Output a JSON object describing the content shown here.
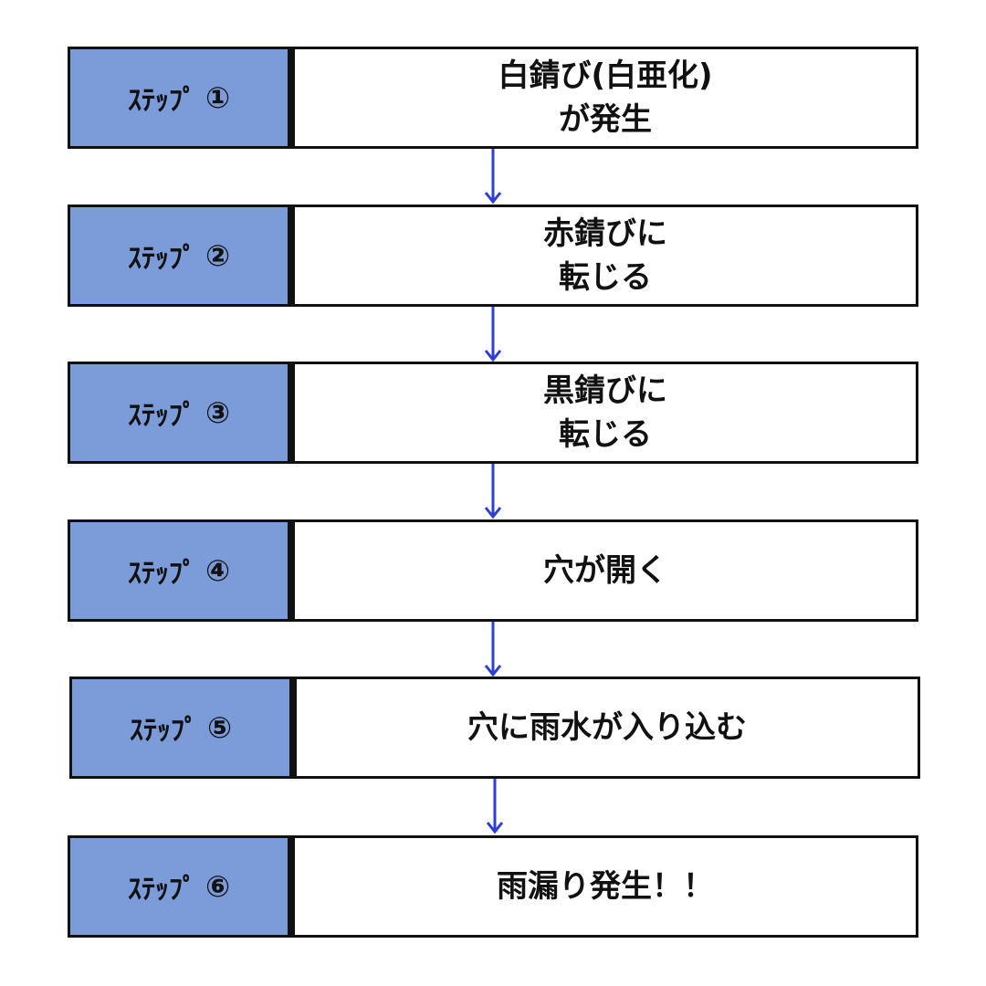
{
  "colors": {
    "label_fill": "#7b9bd9",
    "border": "#111111",
    "arrow": "#2d3fd6",
    "background": "#ffffff"
  },
  "steps": [
    {
      "label": "ｽﾃｯﾌﾟ",
      "number": "①",
      "text": "白錆び(白亜化)\nが発生"
    },
    {
      "label": "ｽﾃｯﾌﾟ",
      "number": "②",
      "text": "赤錆びに\n転じる"
    },
    {
      "label": "ｽﾃｯﾌﾟ",
      "number": "③",
      "text": "黒錆びに\n転じる"
    },
    {
      "label": "ｽﾃｯﾌﾟ",
      "number": "④",
      "text": "穴が開く"
    },
    {
      "label": "ｽﾃｯﾌﾟ",
      "number": "⑤",
      "text": "穴に雨水が入り込む"
    },
    {
      "label": "ｽﾃｯﾌﾟ",
      "number": "⑥",
      "text": "雨漏り発生！！"
    }
  ]
}
